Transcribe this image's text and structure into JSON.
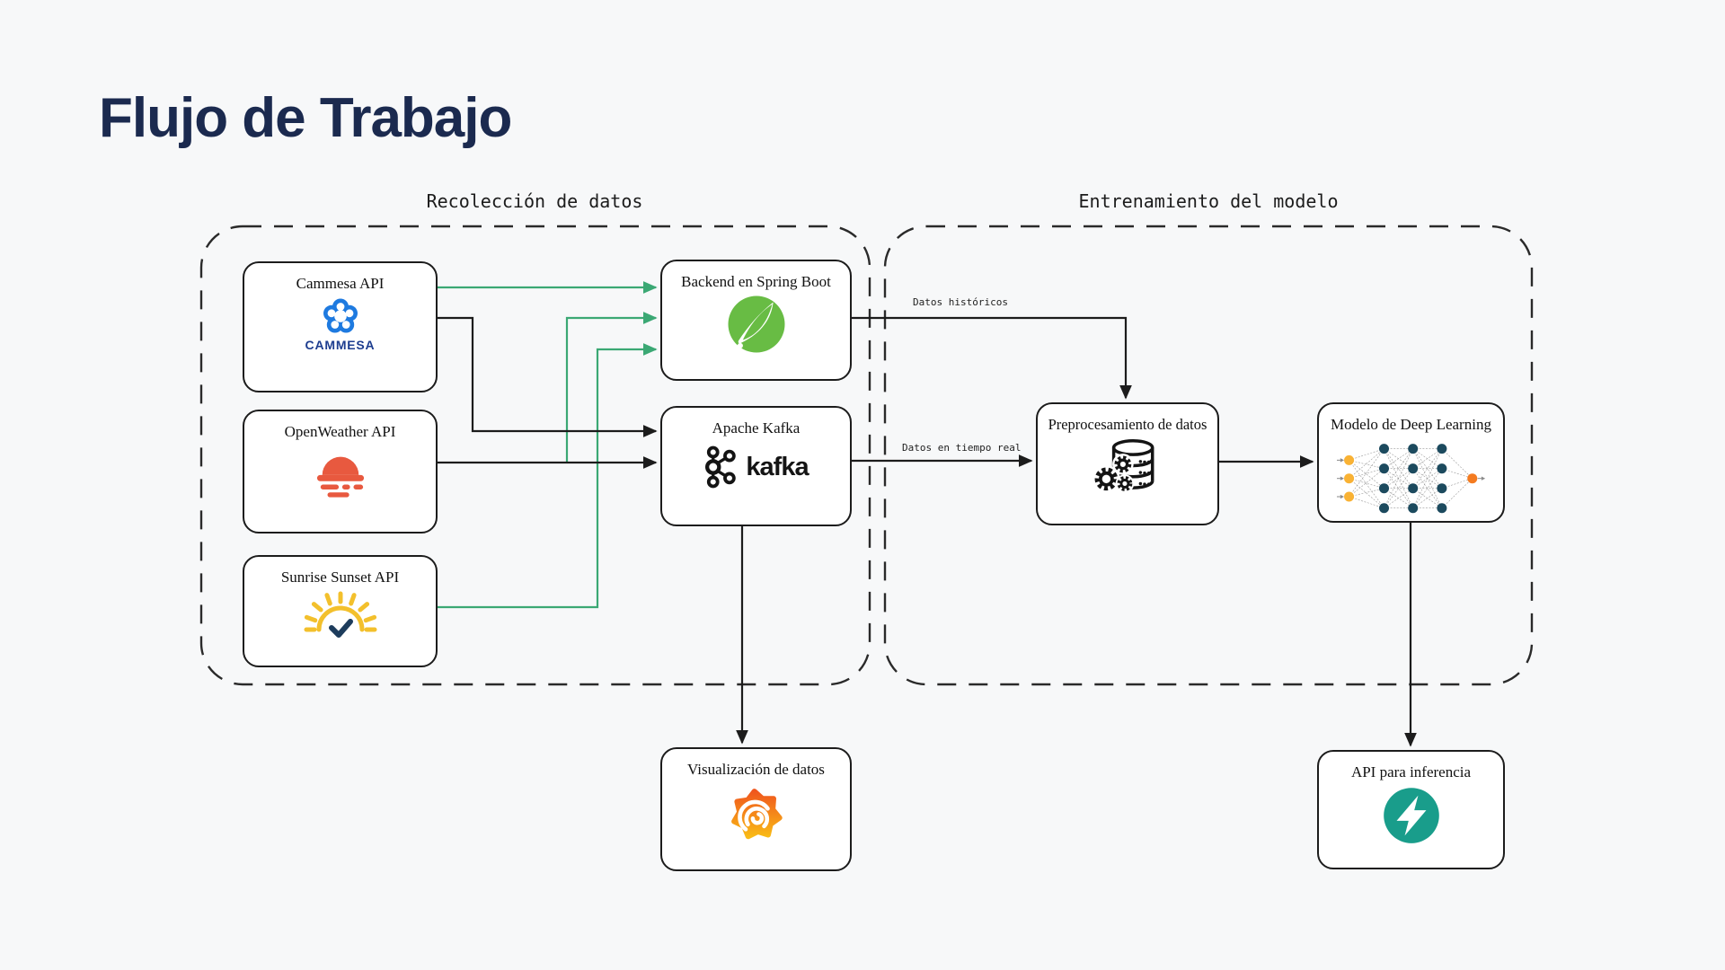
{
  "title": "Flujo de Trabajo",
  "groups": {
    "collection": {
      "label": "Recolección de datos"
    },
    "training": {
      "label": "Entrenamiento del modelo"
    }
  },
  "nodes": {
    "cammesa": {
      "title": "Cammesa API",
      "logo_text": "CAMMESA"
    },
    "openweather": {
      "title": "OpenWeather API"
    },
    "sunrise": {
      "title": "Sunrise Sunset API"
    },
    "spring": {
      "title": "Backend en Spring Boot"
    },
    "kafka": {
      "title": "Apache Kafka",
      "logo_text": "kafka"
    },
    "preprocessing": {
      "title": "Preprocesamiento de datos"
    },
    "model": {
      "title": "Modelo de Deep Learning"
    },
    "visualization": {
      "title": "Visualización de datos"
    },
    "inference": {
      "title": "API para inferencia"
    }
  },
  "edge_labels": {
    "historical": "Datos históricos",
    "realtime": "Datos en tiempo real"
  },
  "colors": {
    "background": "#f7f8f9",
    "title_navy": "#1b2a4f",
    "connector_black": "#1c1c1c",
    "connector_green": "#3ba874",
    "cammesa_blue": "#1e7ae0",
    "cammesa_navy": "#1d3d8f",
    "openweather_red": "#e8593f",
    "sun_yellow": "#f3c02c",
    "check_navy": "#1d3c5c",
    "spring_green": "#68bc44",
    "fastapi_teal": "#199d8b",
    "grafana_orange": "#f0561d",
    "grafana_yellow": "#f9ba16",
    "nn_yellow": "#f9b234",
    "nn_teal": "#1c4a5e",
    "nn_orange": "#f47b20"
  }
}
